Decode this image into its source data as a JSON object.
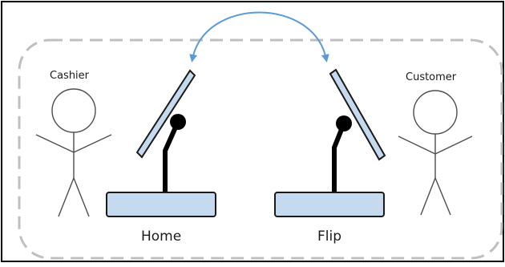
{
  "people": {
    "cashier": {
      "label": "Cashier"
    },
    "customer": {
      "label": "Customer"
    }
  },
  "terminals": {
    "home": {
      "label": "Home"
    },
    "flip": {
      "label": "Flip"
    }
  },
  "colors": {
    "border": "#000000",
    "dashed_region": "#bfbfbf",
    "screen_fill": "#c5d9ef",
    "base_fill": "#c5d9ef",
    "arrow": "#5b9bd5",
    "outline": "#1a1a1a"
  },
  "icons": {
    "swap_arrow": "double-headed-curved-arrow",
    "person": "stick-figure"
  }
}
